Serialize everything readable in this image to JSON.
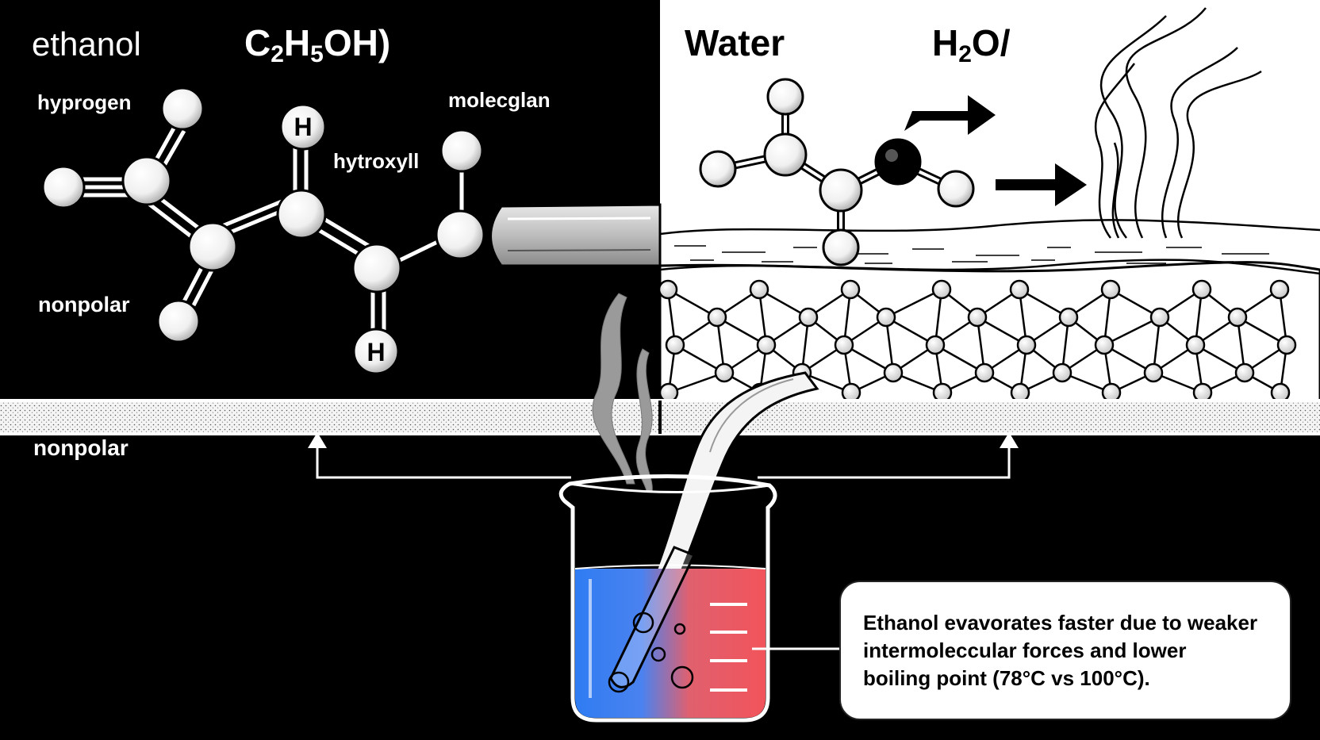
{
  "ethanol": {
    "name": "ethanol",
    "formula": {
      "prefix": "C",
      "sub1": "2",
      "mid": "H",
      "sub2": "5",
      "suffix": "OH)"
    },
    "labels": {
      "hyprogen": "hyprogen",
      "nonpolar_left": "nonpolar",
      "hytroxyll": "hytroxyll",
      "molecglan": "molecglan",
      "h_top": "H",
      "h_bottom": "H"
    }
  },
  "water": {
    "name": "Water",
    "formula": {
      "prefix": "H",
      "sub": "2",
      "suffix": "O/"
    }
  },
  "band_label": "nonpolar",
  "caption": {
    "line1": "Ethanol evavorates faster due to weaker",
    "line2": " intermoleccular forces and lower",
    "line3": "boiling point (78°C vs 100°C)."
  },
  "colors": {
    "background_left": "#000000",
    "background_right": "#ffffff",
    "liquid_blue": "#2f7cf2",
    "liquid_red": "#f2545b",
    "steam_gray": "#9a9a9a"
  }
}
